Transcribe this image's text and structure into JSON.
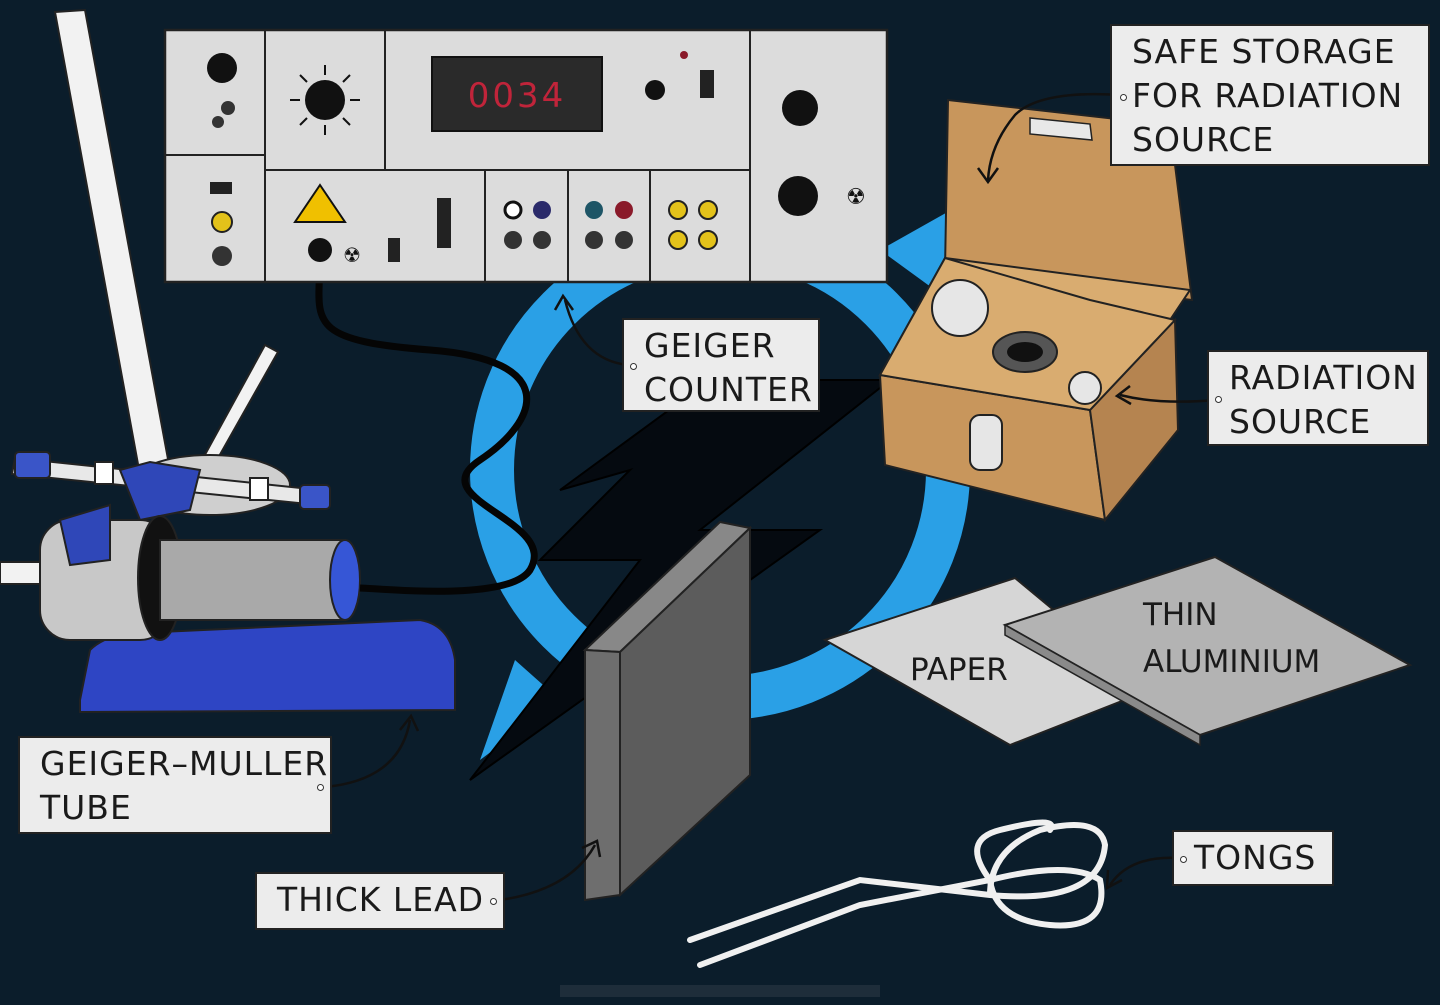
{
  "background_color": "#0b1d2b",
  "accent_color": "#2aa0e6",
  "counter_display": "0034",
  "labels": {
    "safe_storage": [
      "SAFE  STORAGE",
      "FOR  RADIATION",
      "SOURCE"
    ],
    "geiger_counter": [
      "GEIGER",
      "COUNTER"
    ],
    "radiation_source": [
      "RADIATION",
      "SOURCE"
    ],
    "geiger_muller_tube": [
      "GEIGER–MULLER",
      "TUBE"
    ],
    "thick_lead": "THICK  LEAD",
    "tongs": "TONGS",
    "paper": "PAPER",
    "thin_aluminium": [
      "THIN",
      "ALUMINIUM"
    ]
  }
}
